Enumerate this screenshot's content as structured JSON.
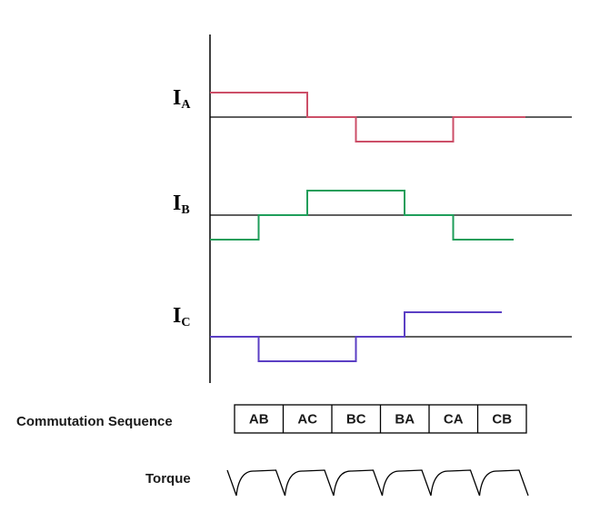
{
  "signals": [
    {
      "main": "I",
      "sub": "A",
      "color": "#cc4f68",
      "levels": [
        1,
        1,
        0,
        -1,
        -1,
        0
      ]
    },
    {
      "main": "I",
      "sub": "B",
      "color": "#1f9e5a",
      "levels": [
        -1,
        0,
        1,
        1,
        0,
        -1
      ]
    },
    {
      "main": "I",
      "sub": "C",
      "color": "#5b3fc4",
      "levels": [
        0,
        -1,
        -1,
        0,
        1,
        1
      ]
    }
  ],
  "commutation": {
    "label": "Commutation Sequence",
    "steps": [
      "AB",
      "AC",
      "BC",
      "BA",
      "CA",
      "CB"
    ]
  },
  "torque": {
    "label": "Torque"
  }
}
